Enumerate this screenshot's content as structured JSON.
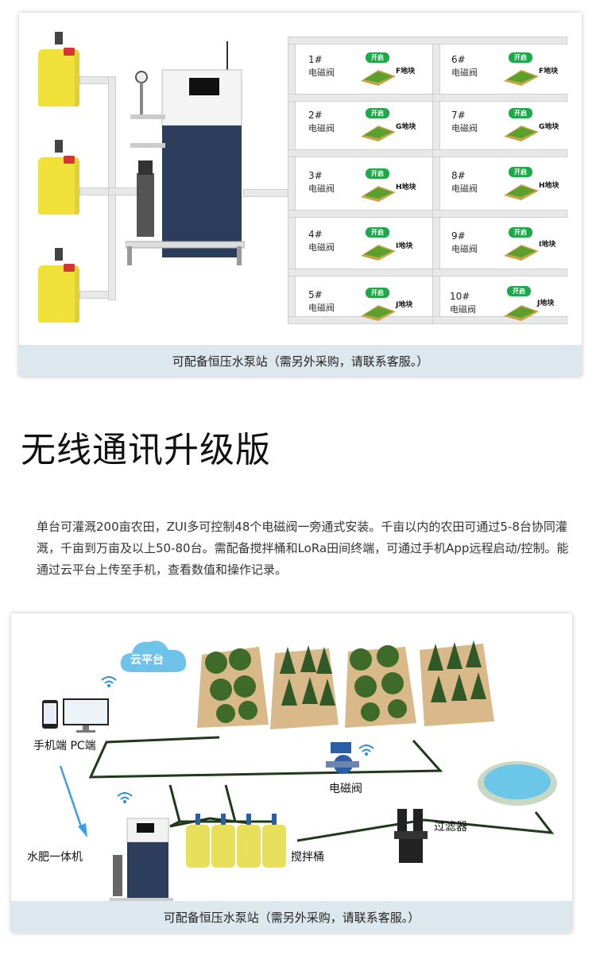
{
  "top_panel": {
    "valves_left": [
      {
        "num": "1#",
        "name": "电磁阀",
        "badge": "开启",
        "plot": "F地块"
      },
      {
        "num": "2#",
        "name": "电磁阀",
        "badge": "开启",
        "plot": "G地块"
      },
      {
        "num": "3#",
        "name": "电磁阀",
        "badge": "开启",
        "plot": "H地块"
      },
      {
        "num": "4#",
        "name": "电磁阀",
        "badge": "开启",
        "plot": "I地块"
      },
      {
        "num": "5#",
        "name": "电磁阀",
        "badge": "开启",
        "plot": "J地块"
      }
    ],
    "valves_right": [
      {
        "num": "6#",
        "name": "电磁阀",
        "badge": "开启",
        "plot": "F地块"
      },
      {
        "num": "7#",
        "name": "电磁阀",
        "badge": "开启",
        "plot": "G地块"
      },
      {
        "num": "8#",
        "name": "电磁阀",
        "badge": "开启",
        "plot": "H地块"
      },
      {
        "num": "9#",
        "name": "电磁阀",
        "badge": "开启",
        "plot": "I地块"
      },
      {
        "num": "10#",
        "name": "电磁阀",
        "badge": "开启",
        "plot": "J地块"
      }
    ],
    "caption": "可配备恒压水泵站（需另外采购，请联系客服。）"
  },
  "heading": "无线通讯升级版",
  "paragraph": "单台可灌溉200亩农田，ZUI多可控制48个电磁阀一旁通式安装。千亩以内的农田可通过5-8台协同灌溉，千亩到万亩及以上50-80台。需配备搅拌桶和LoRa田间终端，可通过手机App远程启动/控制。能通过云平台上传至手机，查看数值和操作记录。",
  "bottom_panel": {
    "cloud_label": "云平台",
    "devices_label": "手机端 PC端",
    "machine_label": "水肥一体机",
    "valve_label": "电磁阀",
    "filter_label": "过滤器",
    "mixer_label": "搅拌桶",
    "caption": "可配备恒压水泵站（需另外采购，请联系客服。）"
  },
  "colors": {
    "caption_bg": "#dde8ee",
    "badge_green": "#1ea84a",
    "tank_yellow": "#f1e23a",
    "machine_navy": "#2c3e5c",
    "cloud_blue": "#6ec3ea",
    "wifi_blue": "#2a8fd6"
  },
  "icons": [
    "wifi-icon",
    "cloud-icon",
    "arrow-icon",
    "phone-icon",
    "monitor-icon"
  ]
}
